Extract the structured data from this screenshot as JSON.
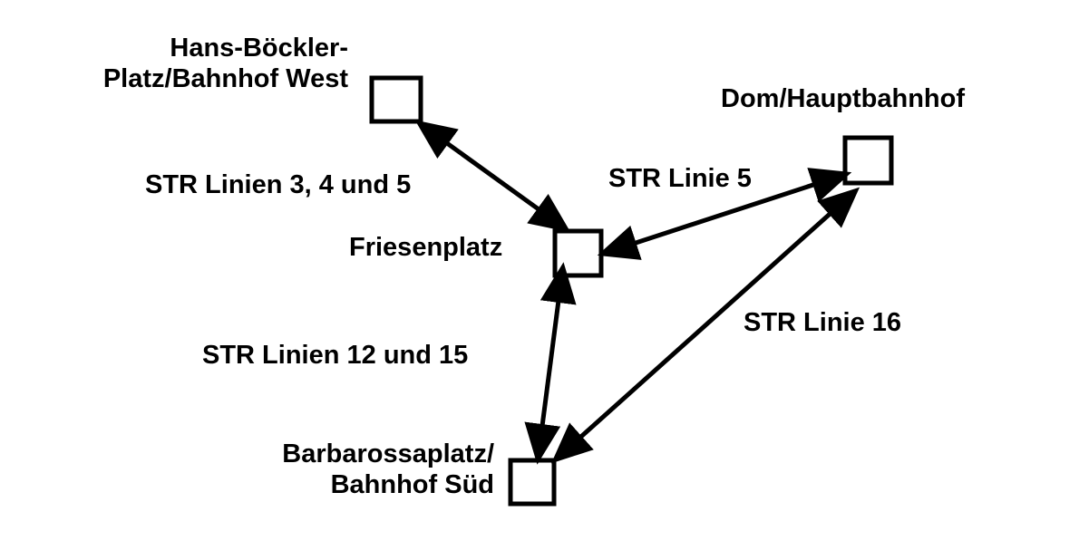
{
  "diagram": {
    "stations": {
      "hans_boeckler": {
        "line1": "Hans-Böckler-",
        "line2": "Platz/Bahnhof West"
      },
      "dom": {
        "label": "Dom/Hauptbahnhof"
      },
      "friesenplatz": {
        "label": "Friesenplatz"
      },
      "barbarossaplatz": {
        "line1": "Barbarossaplatz/",
        "line2": "Bahnhof Süd"
      }
    },
    "connections": {
      "hans_friesen": "STR Linien 3, 4 und 5",
      "friesen_dom": "STR Linie 5",
      "friesen_barbarossa": "STR Linien 12 und 15",
      "dom_barbarossa": "STR Linie 16"
    },
    "colors": {
      "stroke": "#000000",
      "background": "#ffffff"
    }
  }
}
